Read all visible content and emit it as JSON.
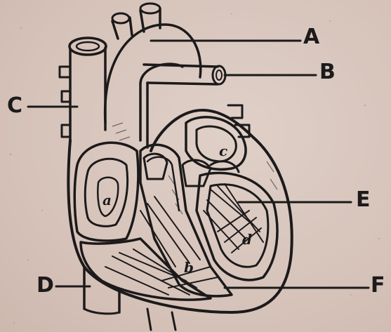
{
  "labels": {
    "A": "A",
    "B": "B",
    "C": "C",
    "D": "D",
    "E": "E",
    "F": "F"
  },
  "chambers": {
    "a": "a",
    "b": "b",
    "c": "c",
    "d": "d"
  }
}
